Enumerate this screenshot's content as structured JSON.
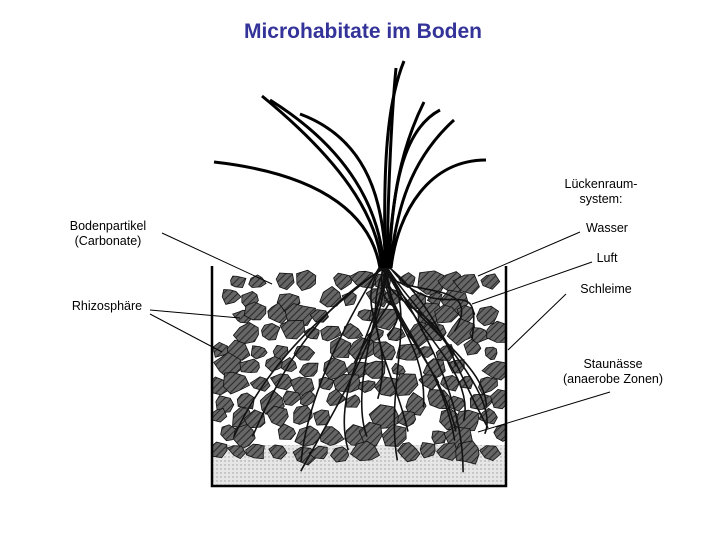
{
  "title": "Microhabitate im Boden",
  "colors": {
    "title": "#333399",
    "particle_fill": "#5a5a5a",
    "floor_fill": "#d9d9d9",
    "void_fill": "#ffffff"
  },
  "labels": {
    "bodenpartikel": [
      "Bodenpartikel",
      "(Carbonate)"
    ],
    "rhizosphaere": "Rhizosphäre",
    "lueckenraum": [
      "Lückenraum-",
      "system:"
    ],
    "wasser": "Wasser",
    "luft": "Luft",
    "schleime": "Schleime",
    "staunaesse": [
      "Staunässe",
      "(anaerobe Zonen)"
    ]
  }
}
